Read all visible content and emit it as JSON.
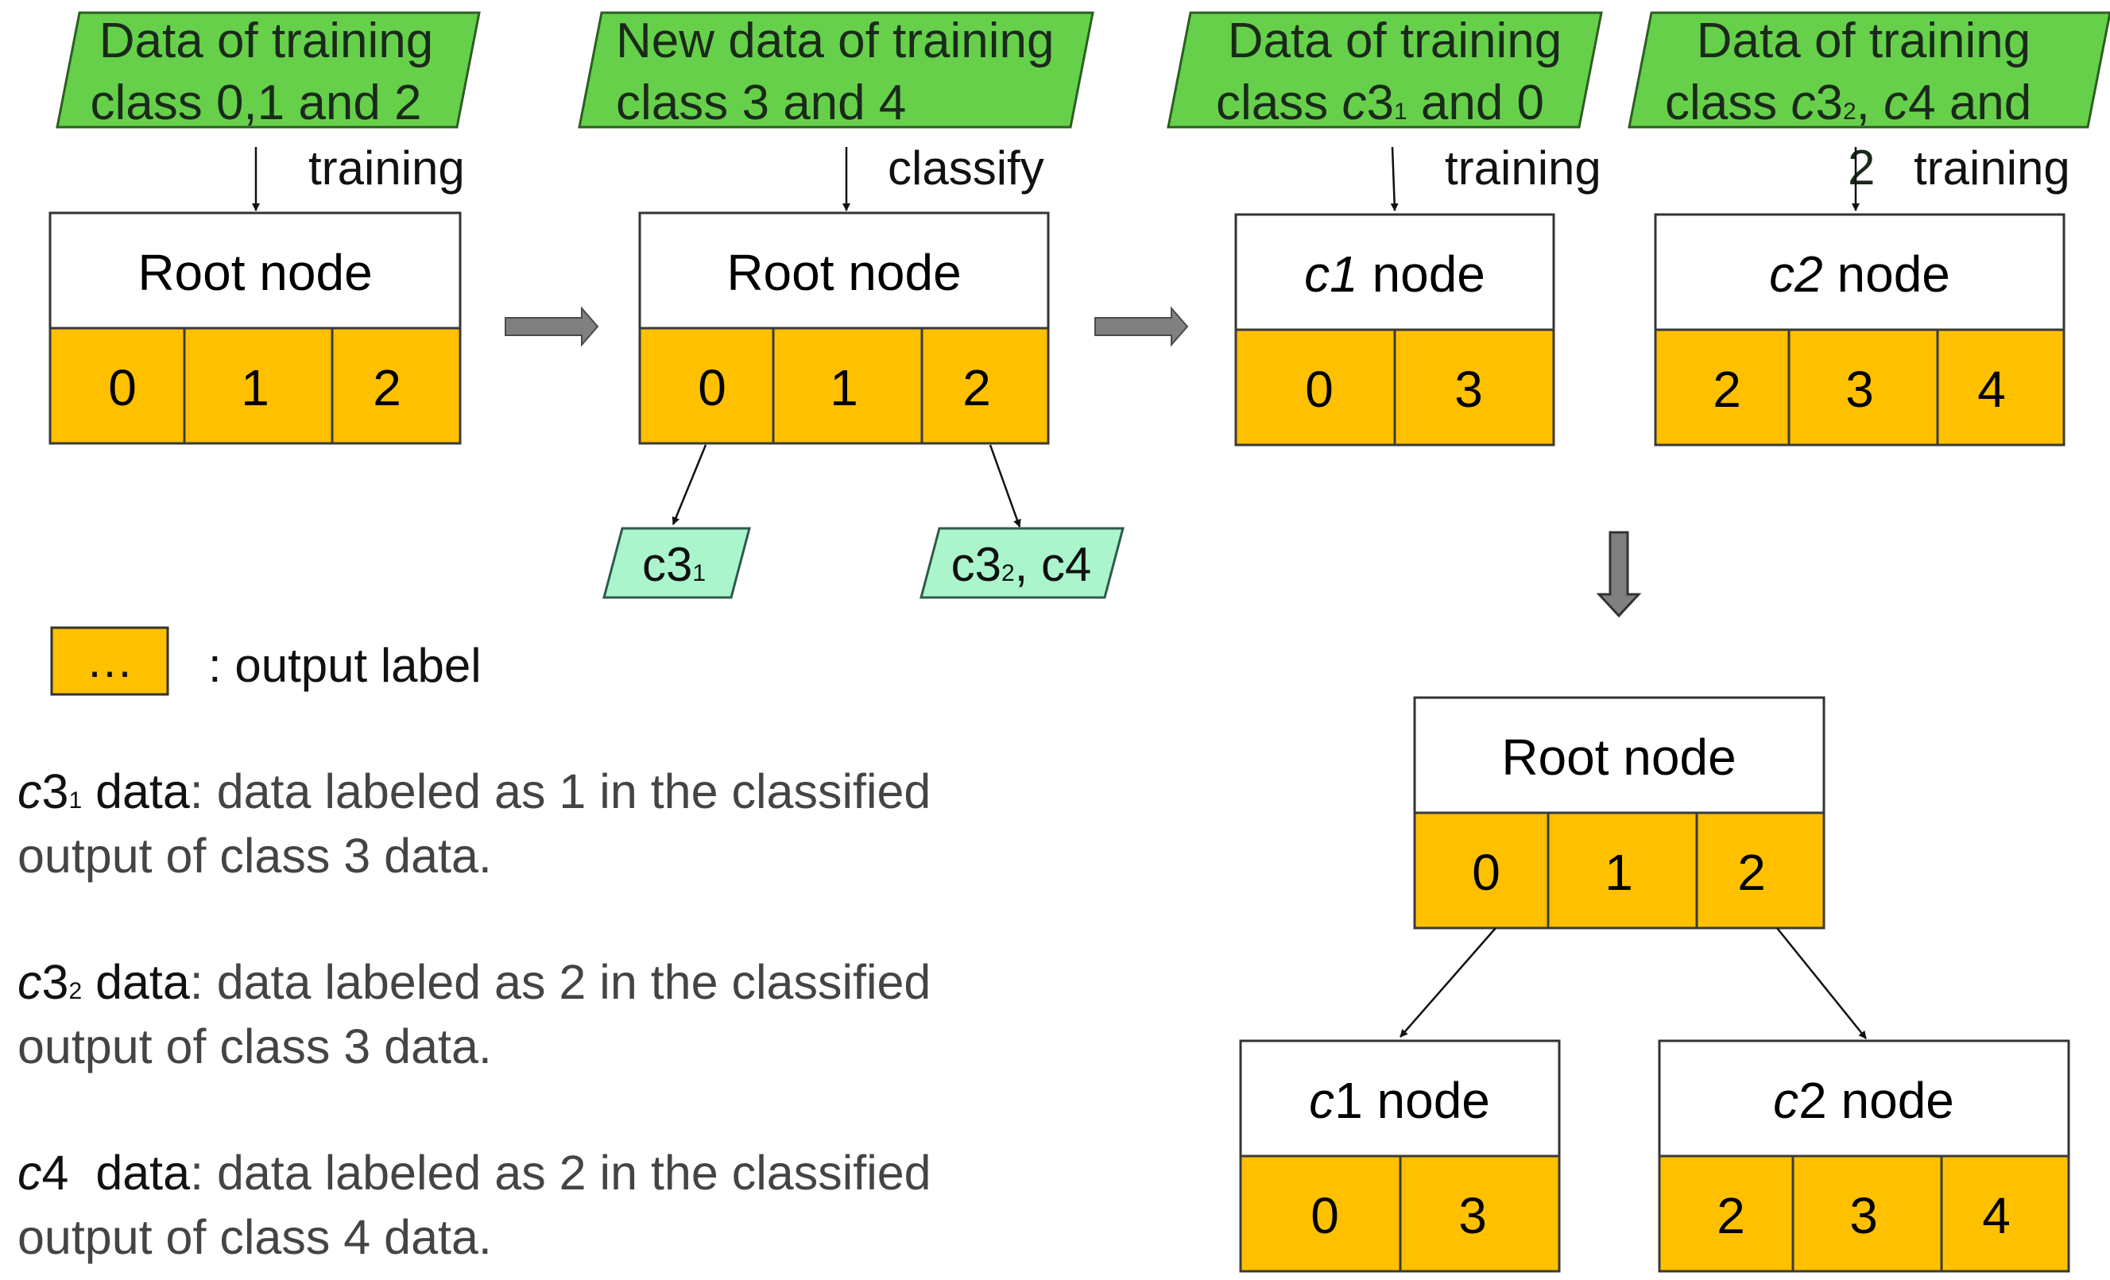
{
  "inputs": [
    {
      "line1": "Data of training",
      "line2": "class 0,1 and 2"
    },
    {
      "line1": "New data of training",
      "line2": "class 3 and 4"
    },
    {
      "line1": "Data of training",
      "line2_a": "class ",
      "line2_b": "c",
      "line2_c": "3",
      "line2_d": "1",
      "line2_e": " and 0"
    },
    {
      "line1": "Data of training",
      "line2_a": "class ",
      "line2_b": "c",
      "line2_c": "3",
      "line2_d": "2",
      "line2_e": ", ",
      "line2_f": "c",
      "line2_g": "4 and",
      "line3": "2"
    }
  ],
  "actions": [
    "training",
    "classify",
    "training",
    "training"
  ],
  "top_nodes": [
    {
      "head": "Root node",
      "cells": [
        "0",
        "1",
        "2"
      ]
    },
    {
      "head": "Root node",
      "cells": [
        "0",
        "1",
        "2"
      ]
    },
    {
      "head_em": "c1",
      "head_rest": " node",
      "cells": [
        "0",
        "3"
      ]
    },
    {
      "head_em": "c2",
      "head_rest": " node",
      "cells": [
        "2",
        "3",
        "4"
      ]
    }
  ],
  "classified_outputs": [
    {
      "base": "c3",
      "sub": "1",
      "rest": ""
    },
    {
      "base": "c3",
      "sub": "2",
      "rest": ", c4"
    }
  ],
  "legend": {
    "swatch_text": "…",
    "label": ": output label"
  },
  "notes": [
    {
      "em": "c",
      "base": "3",
      "sub": "1",
      "bold": " data",
      "rest": ": data labeled as 1 in the classified",
      "line2": "output of class 3 data."
    },
    {
      "em": "c",
      "base": "3",
      "sub": "2",
      "bold": " data",
      "rest": ": data labeled as 2 in the classified",
      "line2": "output of class 3 data."
    },
    {
      "em": "c",
      "base": "4",
      "sub": "",
      "bold": "  data",
      "rest": ": data labeled as 2 in the classified",
      "line2": "output of class 4 data."
    }
  ],
  "final_tree": {
    "root": {
      "head": "Root node",
      "cells": [
        "0",
        "1",
        "2"
      ]
    },
    "c1": {
      "head_em": "c",
      "head_rest": "1 node",
      "cells": [
        "0",
        "3"
      ]
    },
    "c2": {
      "head_em": "c",
      "head_rest": "2 node",
      "cells": [
        "2",
        "3",
        "4"
      ]
    }
  },
  "colors": {
    "input_fill": "#66d04a",
    "output_fill": "#aaf5cc",
    "label_cell": "#ffc000",
    "arrow_gray": "#808080"
  }
}
